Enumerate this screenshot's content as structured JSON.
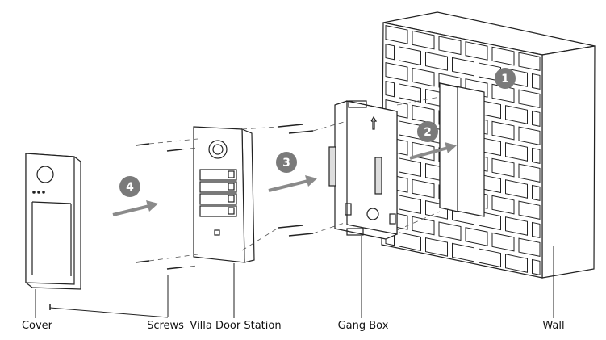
{
  "labels": {
    "cover": "Cover",
    "screws": "Screws",
    "door_station": "Villa Door Station",
    "gang_box": "Gang Box",
    "wall": "Wall"
  },
  "steps": [
    "1",
    "2",
    "3",
    "4"
  ],
  "colors": {
    "line": "#222222",
    "badge": "#7a7a7a",
    "arrow": "#8a8a8a"
  }
}
